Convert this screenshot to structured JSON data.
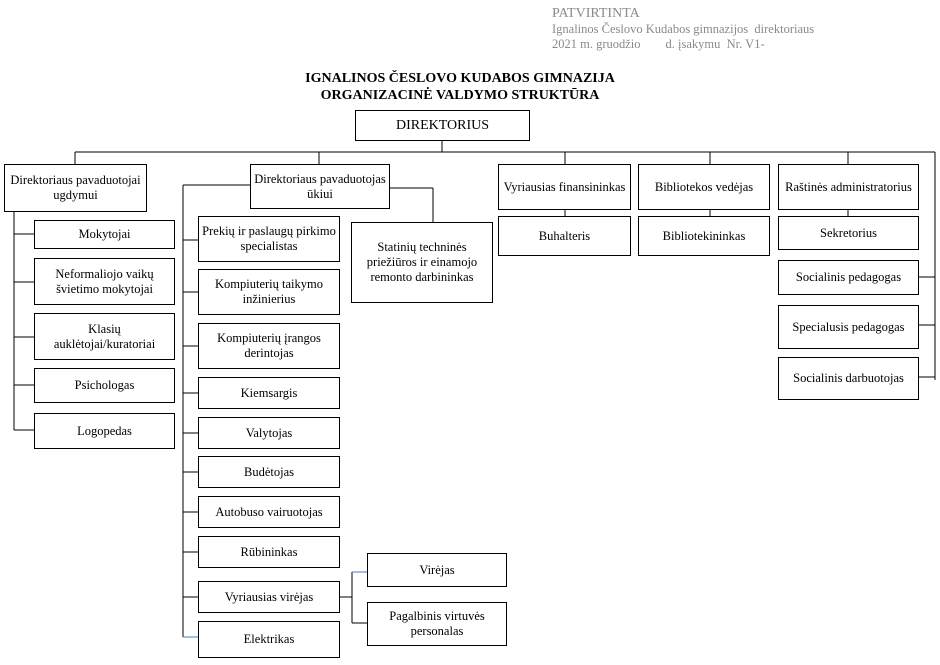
{
  "approval": {
    "line1": "PATVIRTINTA",
    "line2": "Ignalinos Česlovo Kudabos gimnazijos  direktoriaus",
    "line3": "2021 m. gruodžio        d. įsakymu  Nr. V1-"
  },
  "title": {
    "line1": "IGNALINOS ČESLOVO KUDABOS GIMNAZIJA",
    "line2": "ORGANIZACINĖ VALDYMO STRUKTŪRA"
  },
  "director": "DIREKTORIUS",
  "deputy_education": {
    "label": "Direktoriaus pavaduotojai ugdymui",
    "staff": [
      "Mokytojai",
      "Neformaliojo vaikų švietimo mokytojai",
      "Klasių auklėtojai/kuratoriai",
      "Psichologas",
      "Logopedas"
    ]
  },
  "deputy_economy": {
    "label": "Direktoriaus pavaduotojas ūkiui",
    "staff": [
      "Prekių ir paslaugų pirkimo specialistas",
      "Kompiuterių taikymo inžinierius",
      "Kompiuterių įrangos derintojas",
      "Kiemsargis",
      "Valytojas",
      "Budėtojas",
      "Autobuso vairuotojas",
      "Rūbininkas",
      "Vyriausias virėjas",
      "Elektrikas"
    ],
    "maintenance_worker": "Statinių techninės priežiūros ir einamojo remonto darbininkas",
    "kitchen": [
      "Virėjas",
      "Pagalbinis virtuvės personalas"
    ]
  },
  "chief_accountant": {
    "label": "Vyriausias finansininkas",
    "staff": [
      "Buhalteris"
    ]
  },
  "library_head": {
    "label": "Bibliotekos vedėjas",
    "staff": [
      "Bibliotekininkas"
    ]
  },
  "office_admin": {
    "label": "Raštinės administratorius",
    "staff": [
      "Sekretorius"
    ]
  },
  "social_staff": [
    "Socialinis pedagogas",
    "Specialusis pedagogas",
    "Socialinis darbuotojas"
  ]
}
